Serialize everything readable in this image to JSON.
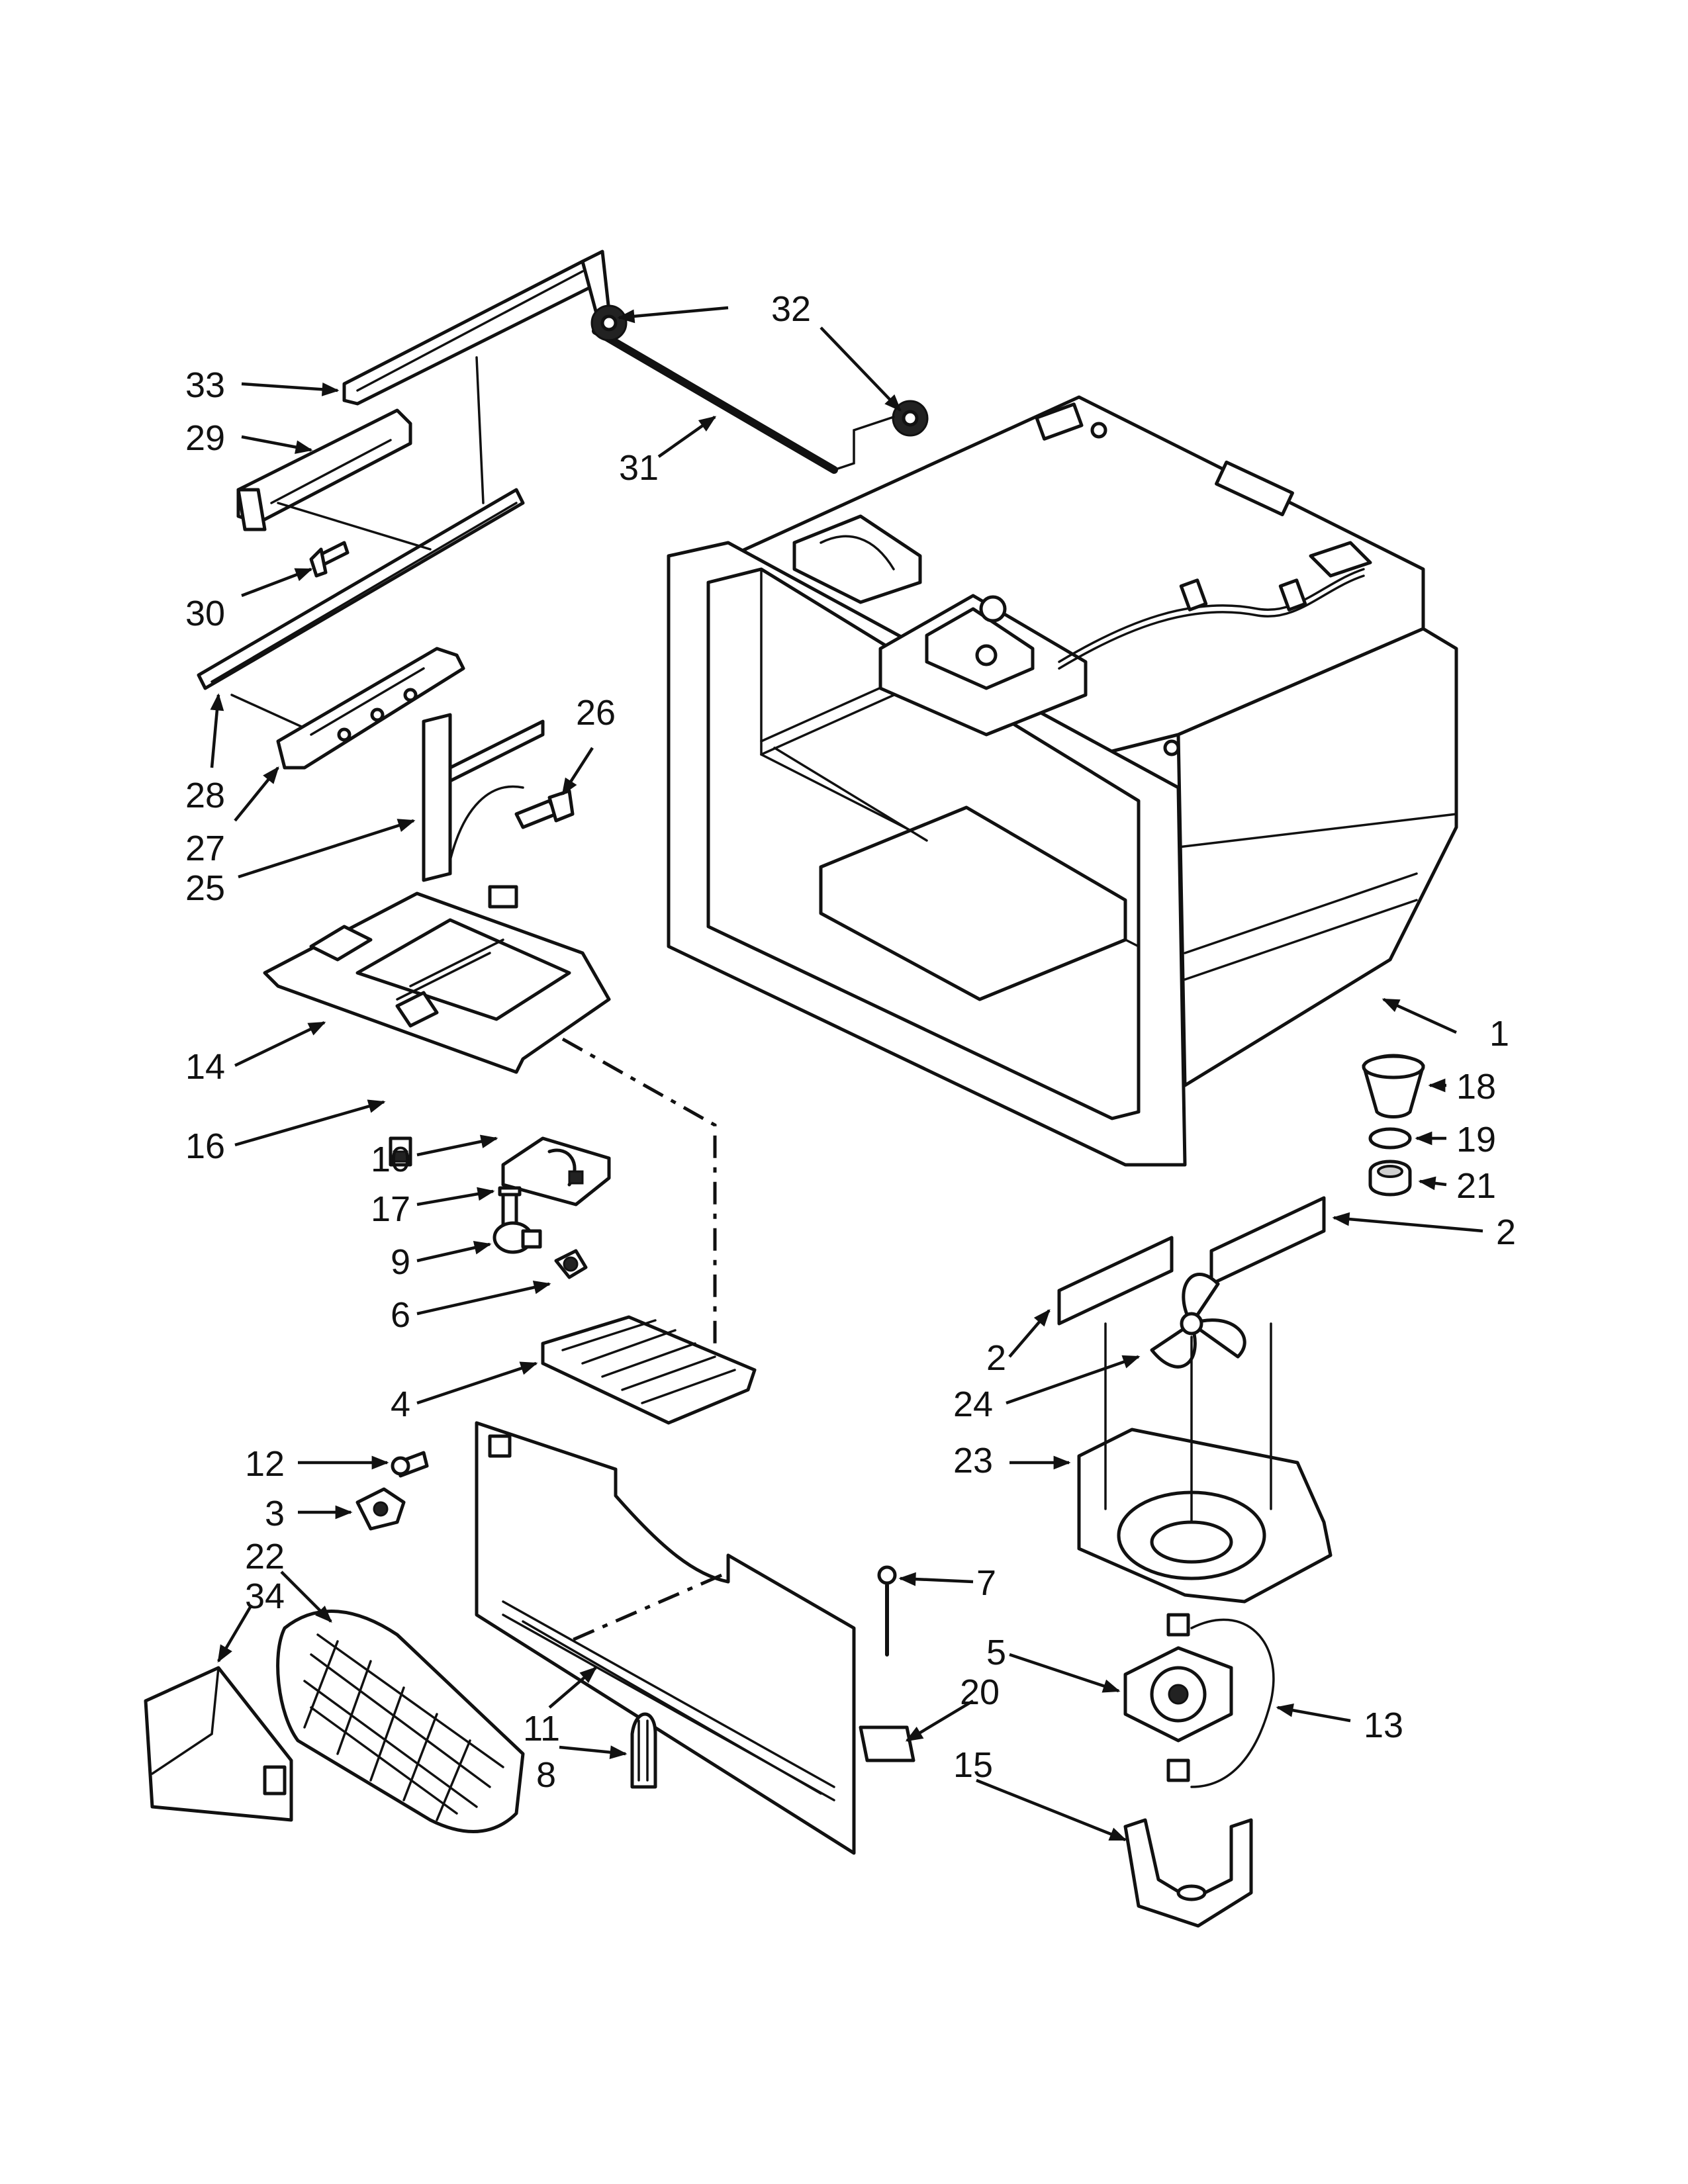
{
  "callouts": [
    {
      "id": "1",
      "text": "1"
    },
    {
      "id": "2a",
      "text": "2"
    },
    {
      "id": "2b",
      "text": "2"
    },
    {
      "id": "3",
      "text": "3"
    },
    {
      "id": "4",
      "text": "4"
    },
    {
      "id": "5",
      "text": "5"
    },
    {
      "id": "6",
      "text": "6"
    },
    {
      "id": "7",
      "text": "7"
    },
    {
      "id": "8",
      "text": "8"
    },
    {
      "id": "9",
      "text": "9"
    },
    {
      "id": "10",
      "text": "10"
    },
    {
      "id": "11",
      "text": "11"
    },
    {
      "id": "12",
      "text": "12"
    },
    {
      "id": "13",
      "text": "13"
    },
    {
      "id": "14",
      "text": "14"
    },
    {
      "id": "15",
      "text": "15"
    },
    {
      "id": "16",
      "text": "16"
    },
    {
      "id": "17",
      "text": "17"
    },
    {
      "id": "18",
      "text": "18"
    },
    {
      "id": "19",
      "text": "19"
    },
    {
      "id": "20",
      "text": "20"
    },
    {
      "id": "21",
      "text": "21"
    },
    {
      "id": "22",
      "text": "22"
    },
    {
      "id": "23",
      "text": "23"
    },
    {
      "id": "24",
      "text": "24"
    },
    {
      "id": "25",
      "text": "25"
    },
    {
      "id": "26",
      "text": "26"
    },
    {
      "id": "27",
      "text": "27"
    },
    {
      "id": "28",
      "text": "28"
    },
    {
      "id": "29",
      "text": "29"
    },
    {
      "id": "30",
      "text": "30"
    },
    {
      "id": "31",
      "text": "31"
    },
    {
      "id": "32",
      "text": "32"
    },
    {
      "id": "33",
      "text": "33"
    },
    {
      "id": "34",
      "text": "34"
    }
  ]
}
